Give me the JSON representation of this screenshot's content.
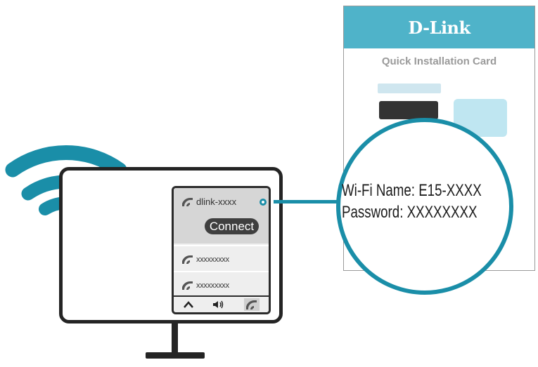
{
  "card": {
    "brand": "D-Link",
    "title": "Quick Installation Card",
    "wifi_name_line": "Wi-Fi Name: E15-XXXX",
    "password_line": "Password: XXXXXXXX"
  },
  "network_list": {
    "selected": {
      "name": "dlink-xxxx",
      "connect_label": "Connect"
    },
    "others": [
      {
        "name": "xxxxxxxxx"
      },
      {
        "name": "xxxxxxxxx"
      }
    ]
  },
  "colors": {
    "accent": "#1a8ea8",
    "card_header": "#4fb3c9",
    "dark": "#242424"
  },
  "icons": [
    "wifi-icon",
    "chevron-up-icon",
    "speaker-icon"
  ]
}
